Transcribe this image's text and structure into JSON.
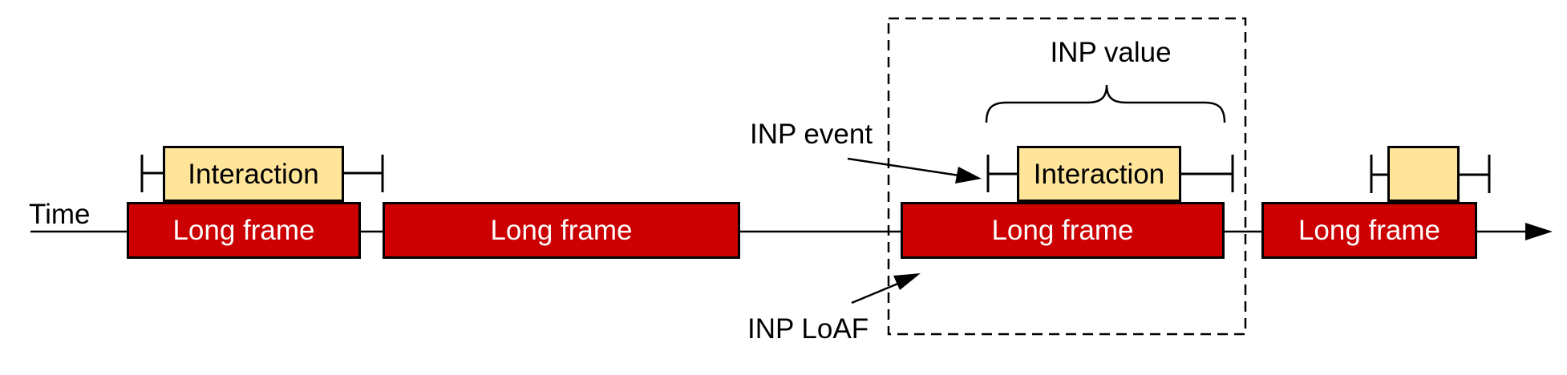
{
  "timeline": {
    "label": "Time"
  },
  "frames": [
    {
      "label": "Long frame"
    },
    {
      "label": "Long frame"
    },
    {
      "label": "Long frame"
    },
    {
      "label": "Long frame"
    }
  ],
  "interactions": [
    {
      "label": "Interaction"
    },
    {
      "label": "Interaction"
    },
    {
      "label": ""
    }
  ],
  "annotations": {
    "inp_event": "INP event",
    "inp_value": "INP value",
    "inp_loaf": "INP LoAF"
  },
  "colors": {
    "long_frame_fill": "#cc0000",
    "interaction_fill": "#ffe599",
    "line": "#000000",
    "long_frame_text": "#ffffff",
    "interaction_text": "#000000",
    "background": "#ffffff"
  }
}
